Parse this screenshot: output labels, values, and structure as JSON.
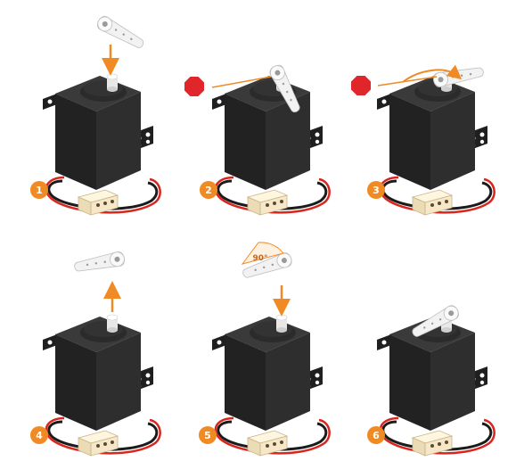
{
  "colors": {
    "accent": "#f08a24",
    "stop_sign": "#e0262b",
    "servo_body": "#2a2a2a",
    "horn": "#e4e4e4",
    "wire_red": "#d8261f",
    "wire_black": "#1b1b1b",
    "connector": "#f5e7c8"
  },
  "steps": [
    {
      "label": "1",
      "action": "attach-horn"
    },
    {
      "label": "2",
      "action": "rotate-stop"
    },
    {
      "label": "3",
      "action": "rotate-stop"
    },
    {
      "label": "4",
      "action": "remove-horn"
    },
    {
      "label": "5",
      "action": "attach-horn-angled"
    },
    {
      "label": "6",
      "action": "done"
    }
  ],
  "angle_marker": {
    "label": "90°"
  }
}
